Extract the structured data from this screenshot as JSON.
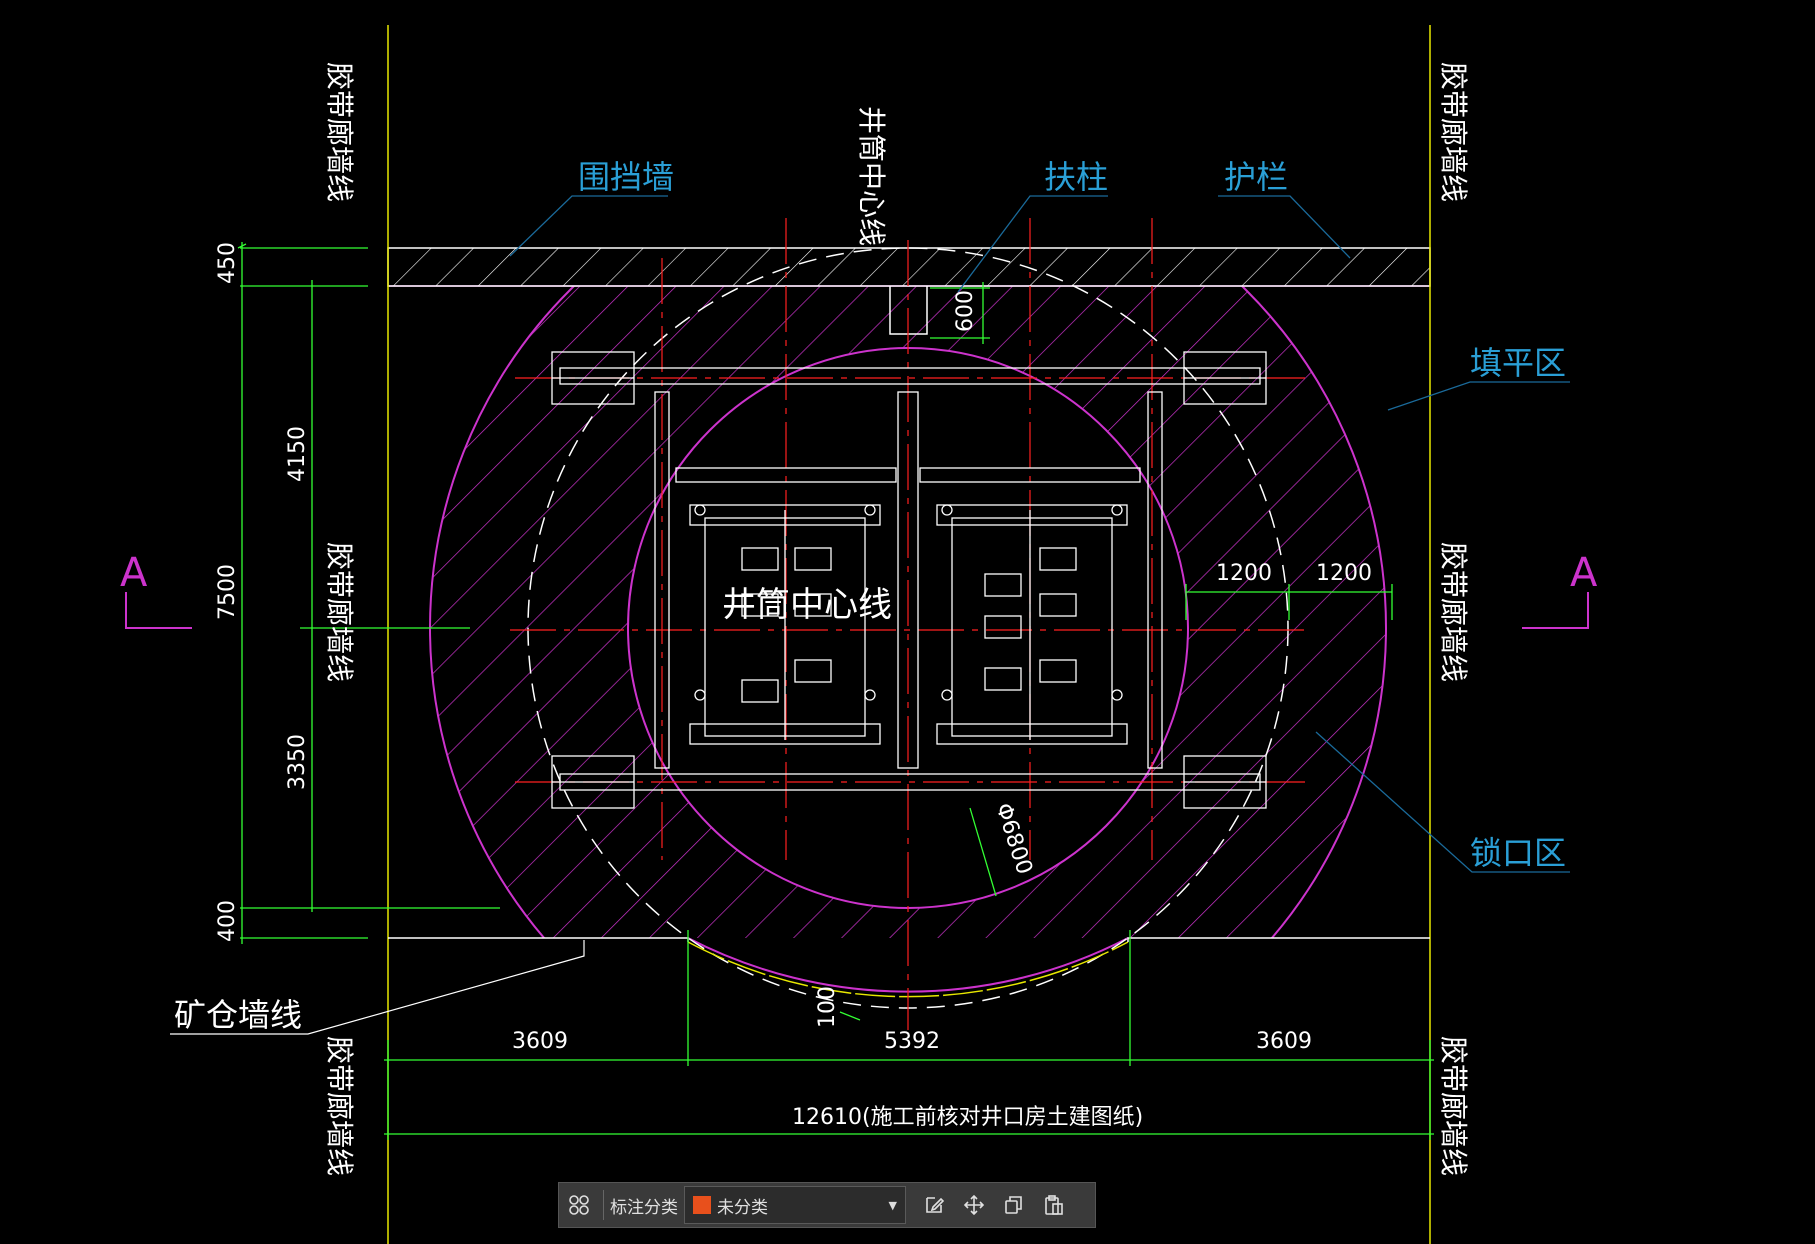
{
  "colors": {
    "background": "#000000",
    "wall_line": "#e8e800",
    "magenta": "#cc33cc",
    "dimension": "#33ff33",
    "center_line": "#ff2020",
    "blue_label": "#2a9fd6",
    "leader": "#1a6a9a",
    "white": "#ffffff",
    "category_swatch": "#e8501c"
  },
  "labels": {
    "belt_corridor_wall_line": "胶带廊墙线",
    "shaft_center_line": "井筒中心线",
    "enclosure_wall": "围挡墙",
    "support_column": "扶柱",
    "guardrail": "护栏",
    "fill_zone": "填平区",
    "lock_zone": "锁口区",
    "bunker_wall_line": "矿仓墙线",
    "section_mark": "A"
  },
  "dimensions": {
    "d450": "450",
    "d4150": "4150",
    "d7500": "7500",
    "d3350": "3350",
    "d400": "400",
    "d600": "600",
    "d1200_left": "1200",
    "d1200_right": "1200",
    "d6800": "Φ6800",
    "d100": "100",
    "d3609_left": "3609",
    "d5392": "5392",
    "d3609_right": "3609",
    "total": "12610(施工前核对井口房土建图纸)"
  },
  "toolbar": {
    "label": "标注分类",
    "selected": "未分类",
    "icons": [
      "grid-icon",
      "edit-icon",
      "move-icon",
      "copy-icon",
      "paste-icon"
    ]
  }
}
